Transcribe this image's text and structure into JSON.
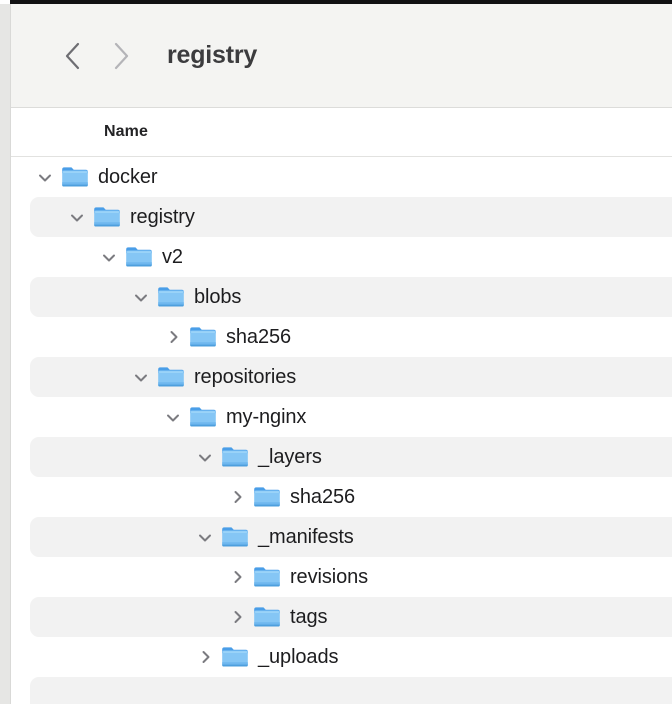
{
  "window": {
    "title": "registry"
  },
  "toolbar": {
    "back_icon": "chevron-left-icon",
    "forward_icon": "chevron-right-icon",
    "title": "registry"
  },
  "columns": {
    "name_header": "Name"
  },
  "icons": {
    "expanded": "chevron-down-icon",
    "collapsed": "chevron-right-icon",
    "folder": "folder-icon"
  },
  "colors": {
    "toolbar_bg": "#f4f4f2",
    "stripe_bg": "#f2f2f2",
    "row_bg": "#ffffff",
    "text": "#1d1d1f",
    "title_text": "#3c3c3e",
    "back_chevron": "#6e6e73",
    "forward_chevron": "#b4b4b8",
    "folder_front": "#85c6f5",
    "folder_back": "#4a9ee8"
  },
  "tree": {
    "rows": [
      {
        "label": "docker",
        "depth": 0,
        "expanded": true,
        "striped": false
      },
      {
        "label": "registry",
        "depth": 1,
        "expanded": true,
        "striped": true
      },
      {
        "label": "v2",
        "depth": 2,
        "expanded": true,
        "striped": false
      },
      {
        "label": "blobs",
        "depth": 3,
        "expanded": true,
        "striped": true
      },
      {
        "label": "sha256",
        "depth": 4,
        "expanded": false,
        "striped": false
      },
      {
        "label": "repositories",
        "depth": 3,
        "expanded": true,
        "striped": true
      },
      {
        "label": "my-nginx",
        "depth": 4,
        "expanded": true,
        "striped": false
      },
      {
        "label": "_layers",
        "depth": 5,
        "expanded": true,
        "striped": true
      },
      {
        "label": "sha256",
        "depth": 6,
        "expanded": false,
        "striped": false
      },
      {
        "label": "_manifests",
        "depth": 5,
        "expanded": true,
        "striped": true
      },
      {
        "label": "revisions",
        "depth": 6,
        "expanded": false,
        "striped": false
      },
      {
        "label": "tags",
        "depth": 6,
        "expanded": false,
        "striped": true
      },
      {
        "label": "_uploads",
        "depth": 5,
        "expanded": false,
        "striped": false
      },
      {
        "label": "",
        "depth": 5,
        "expanded": false,
        "striped": true
      }
    ]
  }
}
